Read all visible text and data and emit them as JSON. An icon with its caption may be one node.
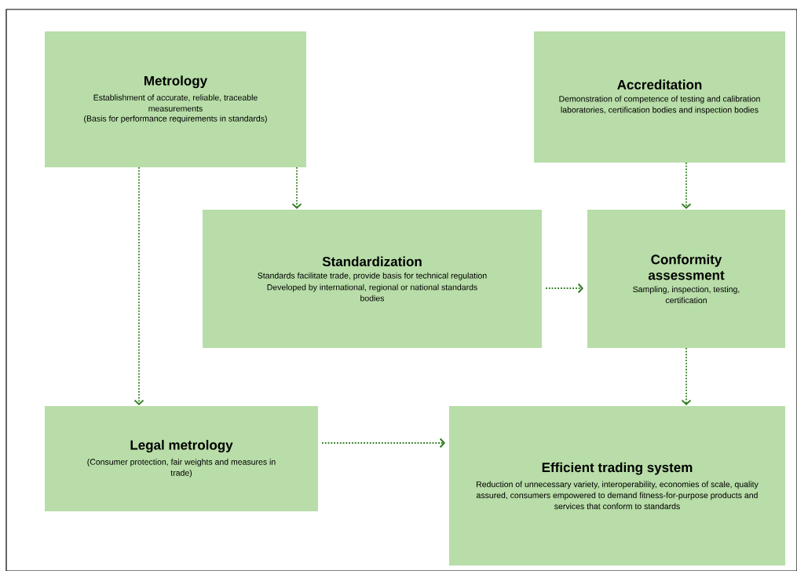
{
  "diagram": {
    "nodes": [
      {
        "text": [
          "Metrology",
          "Establishment of accurate, reliable, traceable measurements",
          "(Basis for performance requirements in standards)"
        ]
      },
      {
        "text": [
          "Accreditation",
          "Demonstration of competence of testing and calibration laboratories, certification bodies and inspection bodies"
        ]
      },
      {
        "text": [
          "Standardization",
          "Standards facilitate trade, provide basis for technical regulation",
          "Developed by international, regional or national standards bodies"
        ]
      },
      {
        "text": [
          "Conformity assessment",
          "Sampling, inspection, testing, certification"
        ]
      },
      {
        "text": [
          "Legal metrology",
          "(Consumer protection, fair weights and measures in trade)"
        ]
      },
      {
        "text": [
          "Efficient trading system",
          "Reduction of unnecessary variety, interoperability, economies of scale, quality assured, consumers empowered to demand fitness-for-purpose products and services that conform to standards"
        ]
      }
    ],
    "edges": [
      {
        "from": 0,
        "to": 2,
        "arrow": "to"
      },
      {
        "from": 0,
        "to": 4,
        "arrow": "to"
      },
      {
        "from": 1,
        "to": 3,
        "arrow": "to"
      },
      {
        "from": 2,
        "to": 3,
        "arrow": "to"
      },
      {
        "from": 3,
        "to": 5,
        "arrow": "to"
      },
      {
        "from": 4,
        "to": 5,
        "arrow": "to"
      }
    ]
  }
}
